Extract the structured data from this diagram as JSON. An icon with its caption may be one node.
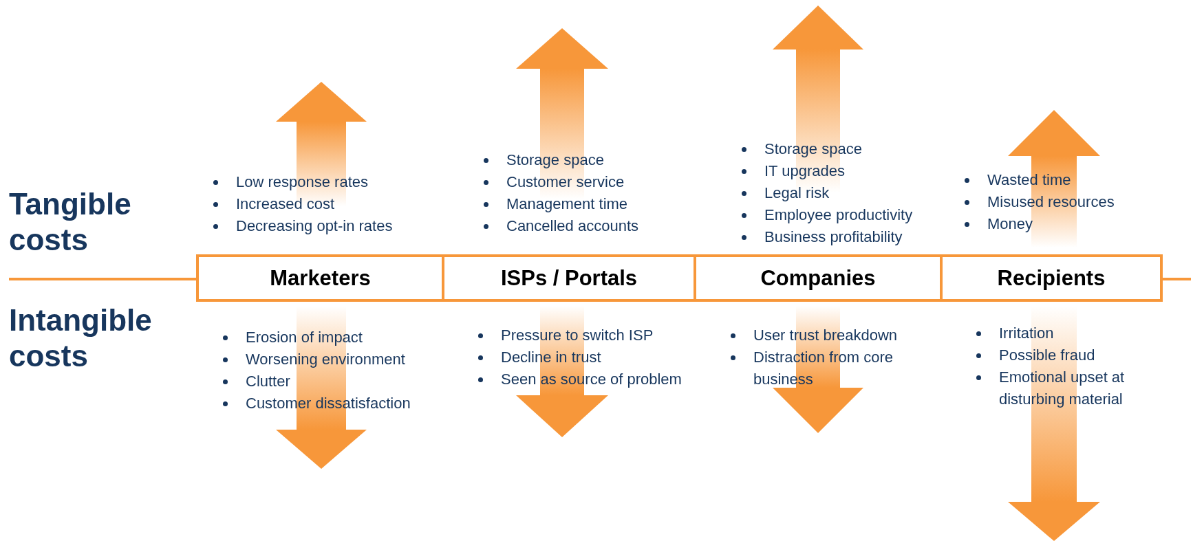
{
  "diagram": {
    "nodes": [
      {
        "text": [
          "Marketers"
        ]
      },
      {
        "text": [
          "ISPs / Portals"
        ]
      },
      {
        "text": [
          "Companies"
        ]
      },
      {
        "text": [
          "Recipients"
        ]
      }
    ],
    "labels": [
      "Tangible costs",
      "Low response rates",
      "Increased cost",
      "Decreasing opt-in rates",
      "Storage space",
      "Customer service",
      "Management time",
      "Cancelled accounts",
      "Storage space",
      "IT upgrades",
      "Legal risk",
      "Employee productivity",
      "Business profitability",
      "Wasted time",
      "Misused resources",
      "Money",
      "Intangible costs",
      "Erosion of impact",
      "Worsening environment",
      "Clutter",
      "Customer dissatisfaction",
      "Pressure to switch ISP",
      "Decline in trust",
      "Seen as source of problem",
      "User trust breakdown",
      "Distraction from core business",
      "Irritation",
      "Possible fraud",
      "Emotional upset at disturbing material"
    ]
  }
}
